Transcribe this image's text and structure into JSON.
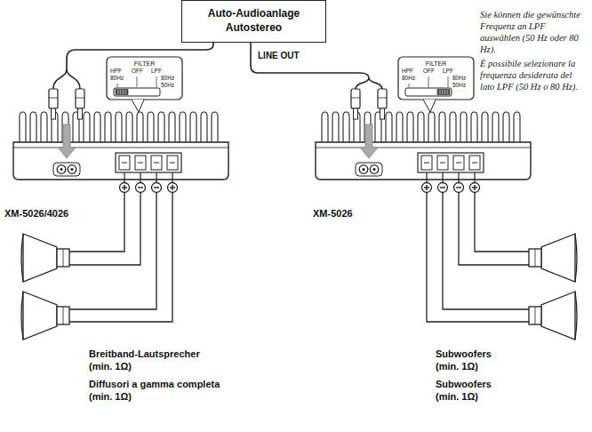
{
  "diagram": {
    "nodes": [
      {
        "text": [
          "Auto-Audioanlage Autostereo"
        ]
      }
    ],
    "labels": [
      "LINE OUT",
      "FILTER",
      "HPF",
      "80Hz",
      "OFF",
      "LPF",
      "80Hz",
      "50Hz",
      "FILTER",
      "HPF",
      "80Hz",
      "OFF",
      "LPF",
      "80Hz",
      "50Hz",
      "XM-5026/4026",
      "XM-5026",
      "Breitband-Lautsprecher (min. 1Ω)",
      "Diffusori a gamma completa (min. 1Ω)",
      "Subwoofers (min. 1Ω)",
      "Subwoofers (min. 1Ω)",
      "Sie können die gewünschte Frequenz an LPF auswählen (50 Hz oder 80 Hz).",
      "È possibile selezionare la frequenza desiderata del lato LPF (50 Hz o 80 Hz)."
    ]
  }
}
